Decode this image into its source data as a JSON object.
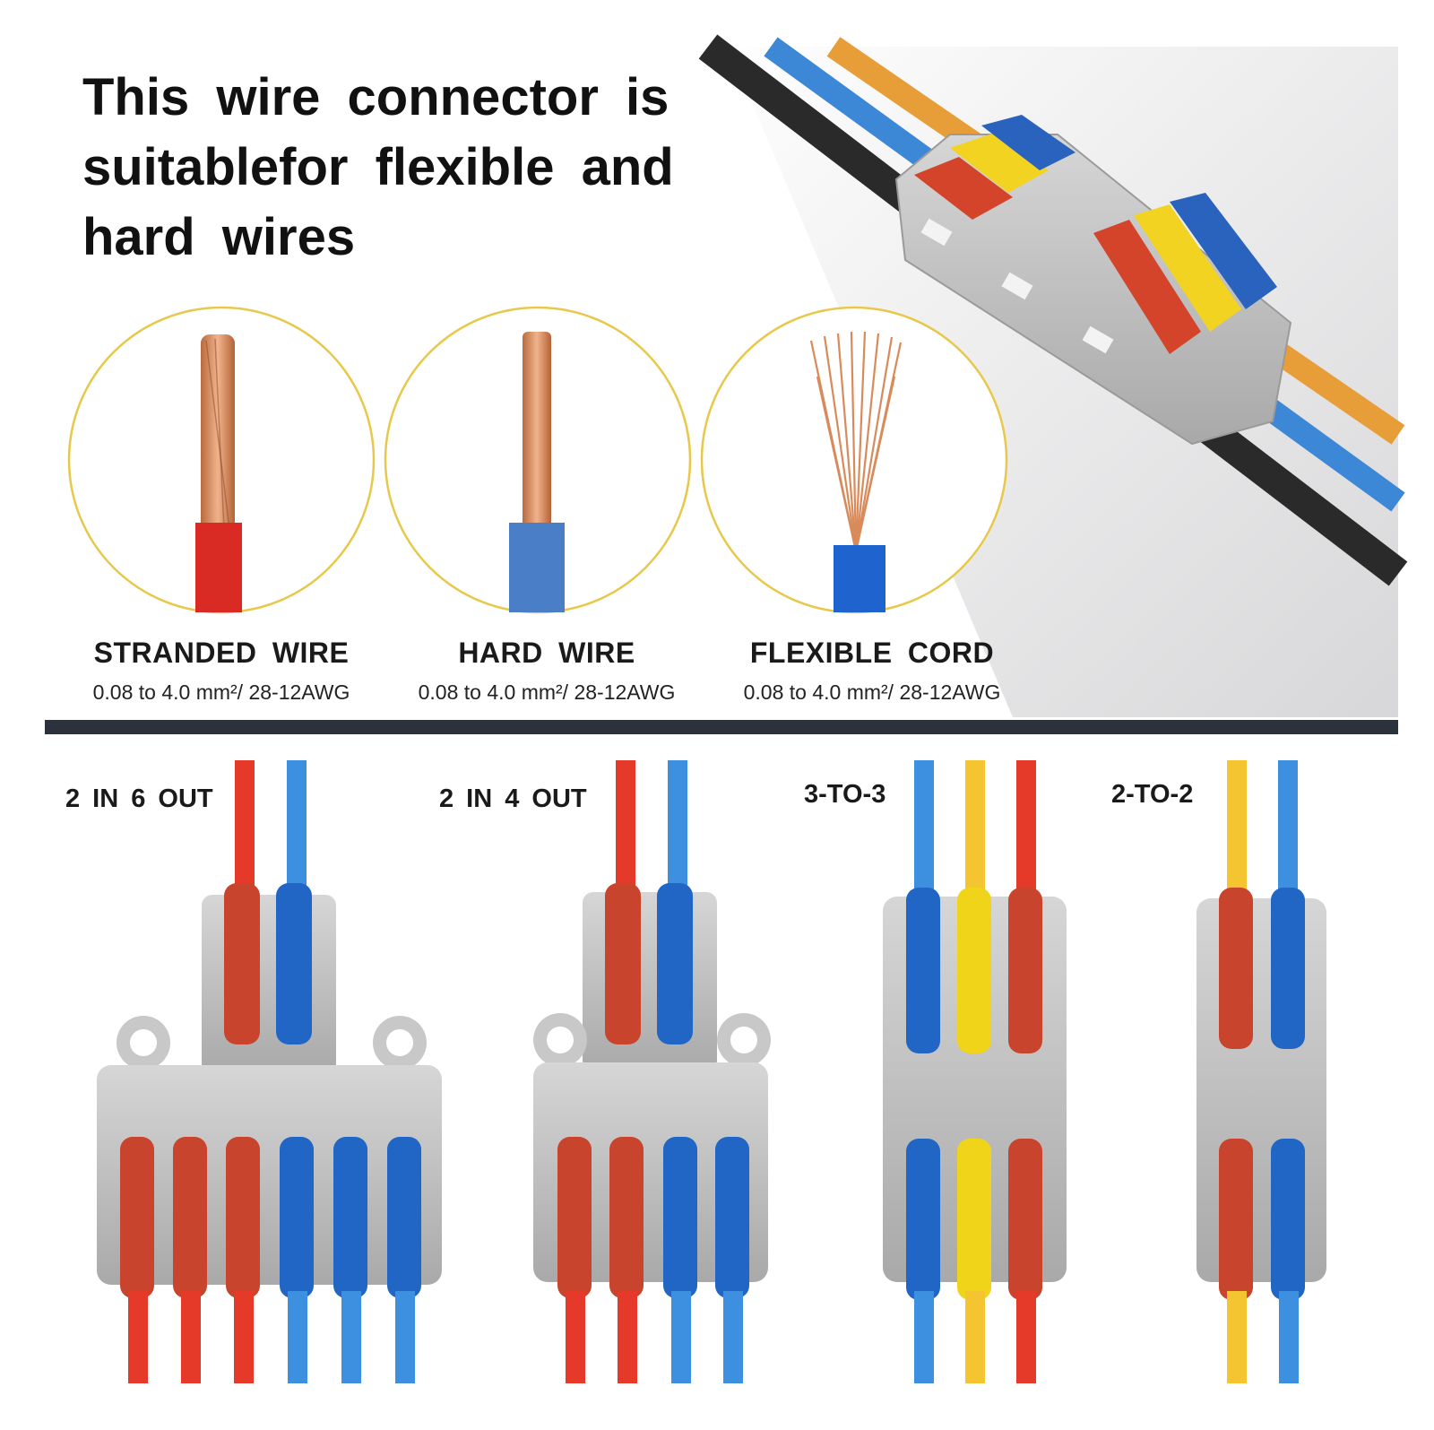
{
  "headline": {
    "line1": "This wire connector is",
    "line2": "suitablefor flexible and",
    "line3": "hard wires"
  },
  "wire_types": [
    {
      "name": "STRANDED WIRE",
      "spec": "0.08 to 4.0 mm²/ 28-12AWG"
    },
    {
      "name": "HARD WIRE",
      "spec": "0.08 to 4.0 mm²/ 28-12AWG"
    },
    {
      "name": "FLEXIBLE CORD",
      "spec": "0.08 to 4.0 mm²/ 28-12AWG"
    }
  ],
  "connector_types": [
    {
      "label": "2 IN 6 OUT"
    },
    {
      "label": "2 IN 4 OUT"
    },
    {
      "label": "3-TO-3"
    },
    {
      "label": "2-TO-2"
    }
  ],
  "colors": {
    "lever_red": "#c9442c",
    "lever_blue": "#2166c4",
    "lever_yellow": "#f0d41a",
    "housing_gray": "#c8c8c8",
    "wire_red": "#e53a2a",
    "wire_blue": "#3d8fe0",
    "wire_yellow": "#f5c531",
    "divider": "#2b323b",
    "circle_outline": "#e8c84a"
  }
}
